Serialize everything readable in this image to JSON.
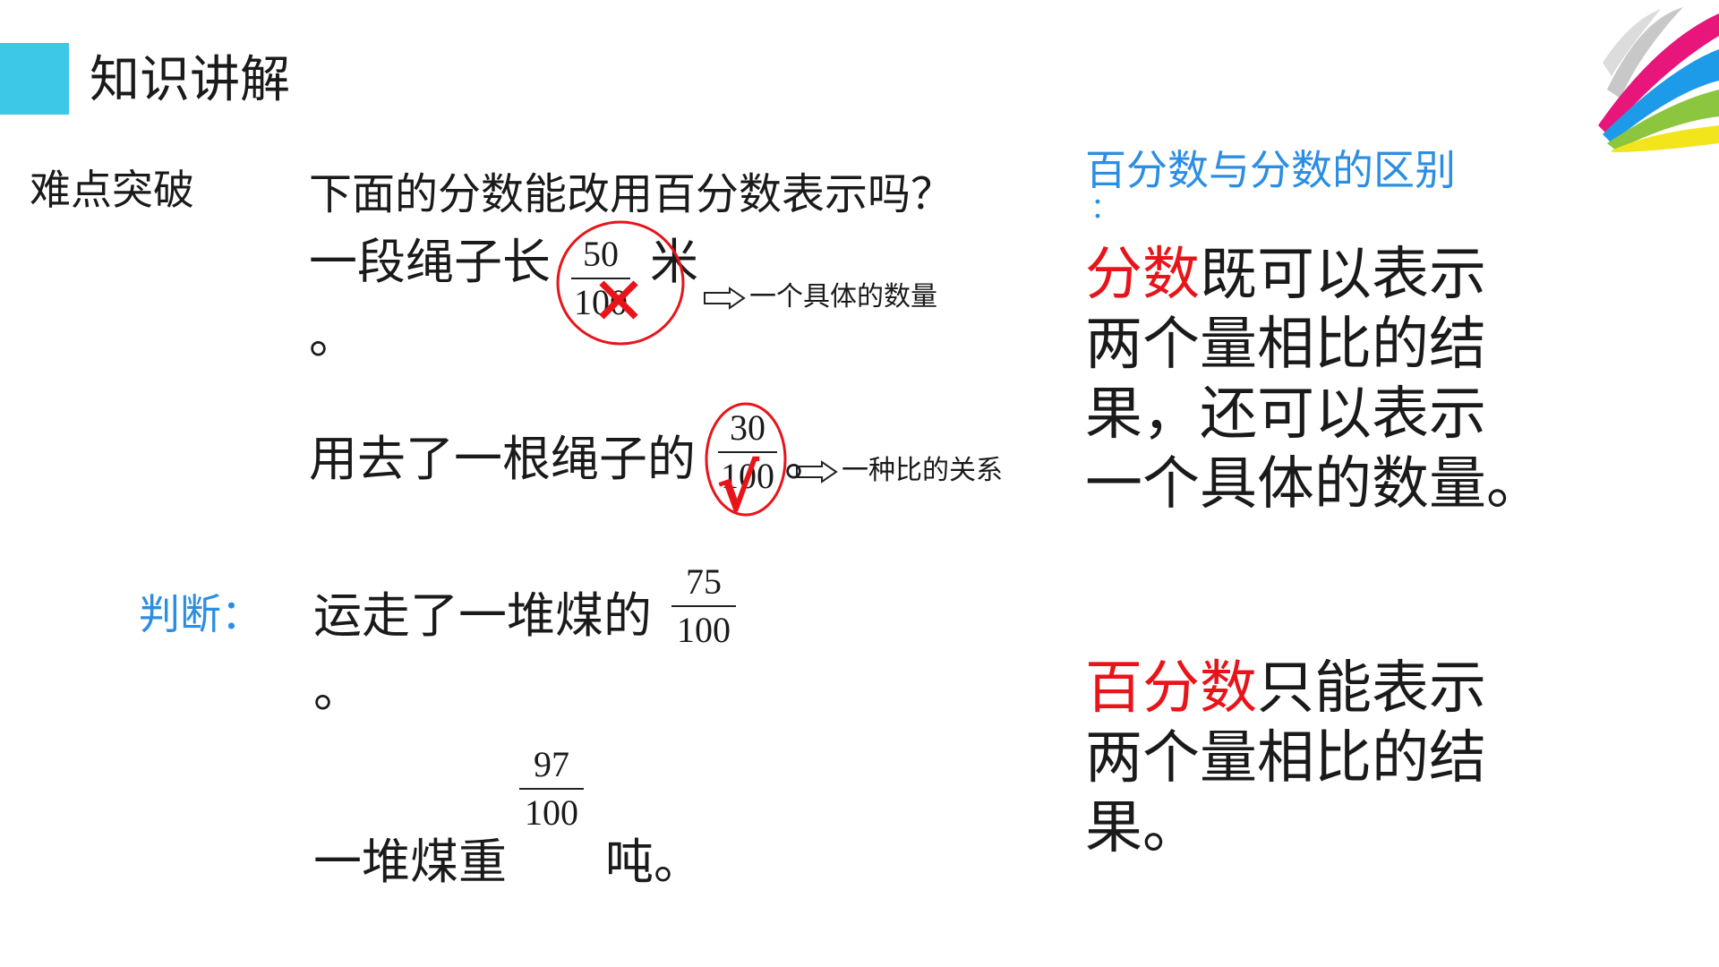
{
  "header": {
    "title": "知识讲解"
  },
  "labels": {
    "difficulty": "难点突破",
    "judge": "判断："
  },
  "question": {
    "prompt": "下面的分数能改用百分数表示吗？",
    "q1": {
      "before": "一段绳子长",
      "num": "50",
      "den": "100",
      "after": "米",
      "end": "。",
      "note": "一个具体的数量",
      "mark": "✕"
    },
    "q2": {
      "before": "用去了一根绳子的",
      "num": "30",
      "den": "100",
      "end": "。",
      "note": "一种比的关系",
      "mark": "√"
    }
  },
  "judge": {
    "j1": {
      "before": "运走了一堆煤的",
      "num": "75",
      "den": "100",
      "end": "。"
    },
    "j2": {
      "before": "一堆煤重",
      "num": "97",
      "den": "100",
      "after": "吨。"
    }
  },
  "right": {
    "heading": "百分数与分数的区别",
    "heading_colon": "：",
    "p1": {
      "highlight": "分数",
      "lines": [
        "既可以表示",
        "两个量相比的结",
        "果，还可以表示",
        "一个具体的数量。"
      ]
    },
    "p2": {
      "highlight": "百分数",
      "lines": [
        "只能表示",
        "两个量相比的结",
        "果。"
      ]
    }
  },
  "colors": {
    "accent": "#3cc8e6",
    "blue": "#2b8ee3",
    "red": "#e8141a"
  }
}
